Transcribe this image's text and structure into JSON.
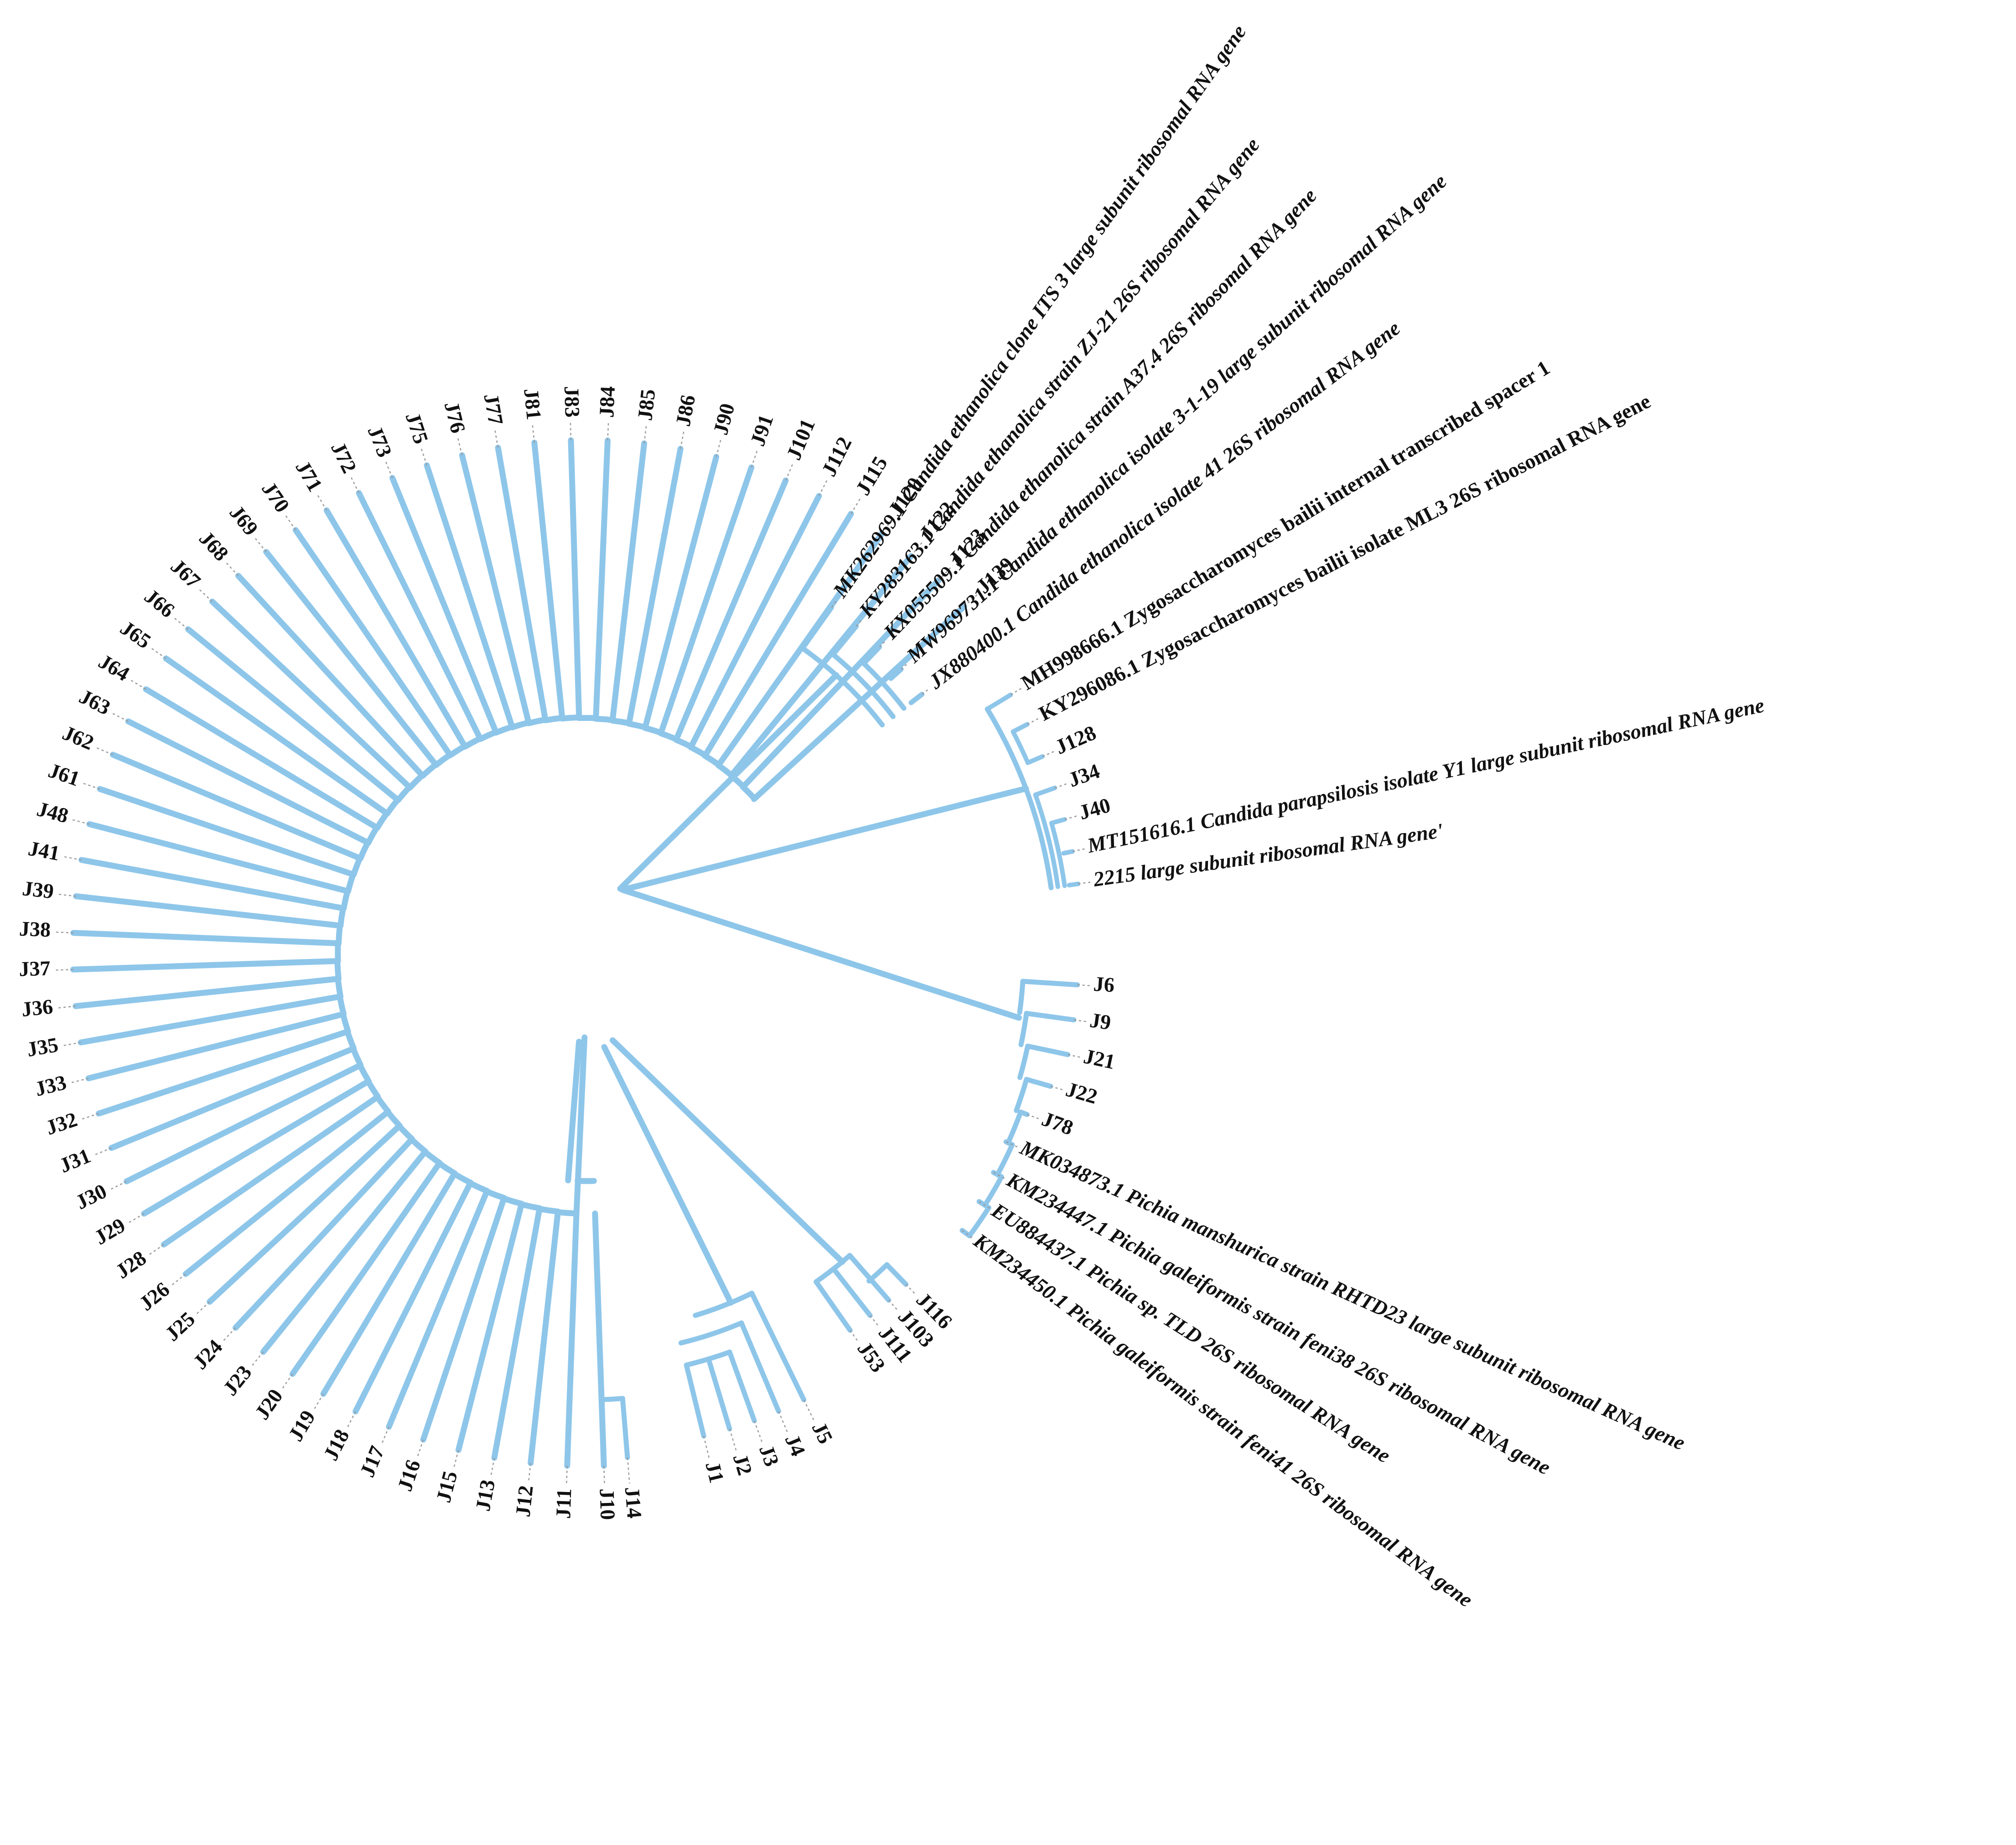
{
  "tree": {
    "branch_color": "#8EC6EA",
    "label_color": "#111111",
    "clades": {
      "big_arc": {
        "tips": [
          "J10",
          "J11",
          "J12",
          "J13",
          "J15",
          "J16",
          "J17",
          "J18",
          "J19",
          "J20",
          "J23",
          "J24",
          "J25",
          "J26",
          "J28",
          "J29",
          "J30",
          "J31",
          "J32",
          "J33",
          "J35",
          "J36",
          "J37",
          "J38",
          "J39",
          "J41",
          "J48",
          "J61",
          "J62",
          "J63",
          "J64",
          "J65",
          "J66",
          "J67",
          "J68",
          "J69",
          "J70",
          "J71",
          "J72",
          "J73",
          "J75",
          "J76",
          "J77",
          "J81",
          "J83",
          "J84",
          "J85",
          "J86",
          "J90",
          "J91",
          "J101",
          "J112",
          "J115",
          "J120",
          "J122",
          "J123",
          "J139"
        ]
      },
      "candida_ethanolica": {
        "tips": [
          "MK262969.1 Candida ethanolica clone ITS 3 large subunit ribosomal RNA gene",
          "KY283163.1 Candida ethanolica strain ZJ-21 26S ribosomal RNA gene",
          "KX055509.1 Candida ethanolica strain A37.4 26S ribosomal RNA gene",
          "MW969731.1 Candida ethanolica isolate 3-1-19 large subunit ribosomal RNA gene",
          "JX880400.1 Candida ethanolica isolate 41 26S ribosomal RNA gene"
        ]
      },
      "zygosaccharomyces": {
        "tips": [
          "MH998666.1 Zygosaccharomyces bailii internal transcribed spacer 1",
          "KY296086.1 Zygosaccharomyces bailii isolate ML3 26S ribosomal RNA gene",
          "J128",
          "J34",
          "J40",
          "MT151616.1 Candida parapsilosis isolate Y1 large subunit ribosomal RNA gene",
          "2215 large subunit ribosomal RNA gene'"
        ]
      },
      "pichia": {
        "tips": [
          "J6",
          "J9",
          "J21",
          "J22",
          "J78",
          "MK034873.1 Pichia manshurica strain RHTD23 large subunit ribosomal RNA gene",
          "KM234447.1 Pichia galeiformis strain feni38 26S ribosomal RNA gene",
          "EU884437.1 Pichia sp. TLD 26S ribosomal RNA gene",
          "KM234450.1 Pichia galeiformis strain feni41 26S ribosomal RNA gene"
        ]
      },
      "j103_group": {
        "tips": [
          "J116",
          "J103",
          "J111",
          "J53"
        ]
      },
      "j1_group": {
        "tips": [
          "J5",
          "J4",
          "J3",
          "J2",
          "J1"
        ]
      },
      "j14_group": {
        "tips": [
          "J14"
        ]
      }
    }
  }
}
